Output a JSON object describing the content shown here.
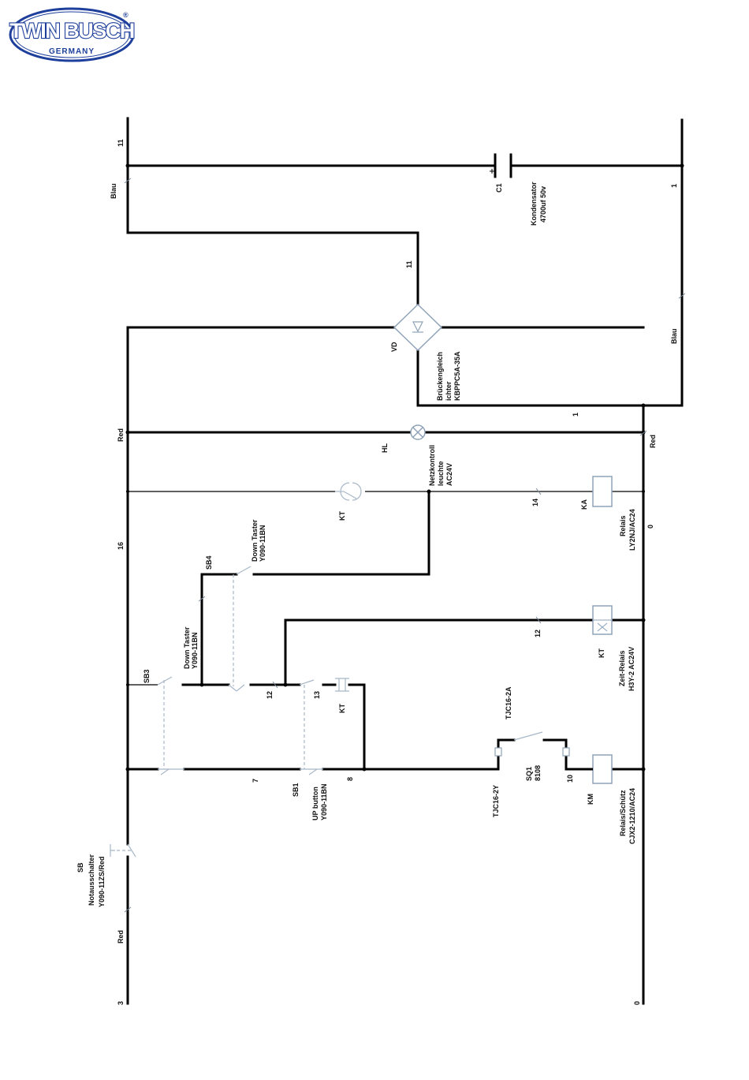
{
  "logo": {
    "brand": "TWIN BUSCH",
    "sub": "GERMANY",
    "mark": "®",
    "colors": {
      "fill": "#ffffff",
      "ring": "#1e3f9b",
      "text": "#1e3f9b"
    }
  },
  "diagram": {
    "wire_numbers": {
      "w11_top": "11",
      "w11_mid": "11",
      "w1_right": "1",
      "w1_mid": "1",
      "w16": "16",
      "w14": "14",
      "w0_mid": "0",
      "w12_coil": "12",
      "w12": "12",
      "w13": "13",
      "w7": "7",
      "w8": "8",
      "w10": "10",
      "w3": "3",
      "w0_bottom": "0"
    },
    "wire_colors": {
      "blau_left": "Blau",
      "blau_right": "Blau",
      "red_left": "Red",
      "red_right": "Red",
      "red_bottom": "Red"
    },
    "components": {
      "c1": {
        "ref": "C1",
        "desc1": "Kondensator",
        "desc2": "4700uf 50v"
      },
      "vd": {
        "ref": "VD",
        "desc1": "Brückengleich",
        "desc2": "ichter",
        "desc3": "KBPPC5A-35A"
      },
      "hl": {
        "ref": "HL",
        "desc1": "Netzkontroll",
        "desc2": "leuchte",
        "desc3": "AC24V"
      },
      "kt_contact_top": {
        "ref": "KT"
      },
      "ka": {
        "ref": "KA",
        "desc1": "Relais",
        "desc2": "LY2NJ/AC24"
      },
      "sb4": {
        "ref": "SB4",
        "desc1": "Down Taster",
        "desc2": "Y090-11BN"
      },
      "sb3": {
        "ref": "SB3",
        "desc1": "Down Taster",
        "desc2": "Y090-11BN"
      },
      "kt_coil": {
        "ref": "KT",
        "desc1": "Zeit-Relais",
        "desc2": "H3Y-2 AC24V"
      },
      "kt_contact_low": {
        "ref": "KT"
      },
      "sq1": {
        "ref": "SQ1",
        "desc1": "8108",
        "top": "TJC16-2A",
        "bottom": "TJC16-2Y"
      },
      "km": {
        "ref": "KM",
        "desc1": "Relais/Schütz",
        "desc2": "CJX2-1210/AC24"
      },
      "sb1": {
        "ref": "SB1",
        "desc1": "UP button",
        "desc2": "Y090-11BN"
      },
      "sb": {
        "ref": "SB",
        "desc1": "Notausschalter",
        "desc2": "Y090-11ZS/Red"
      }
    }
  }
}
